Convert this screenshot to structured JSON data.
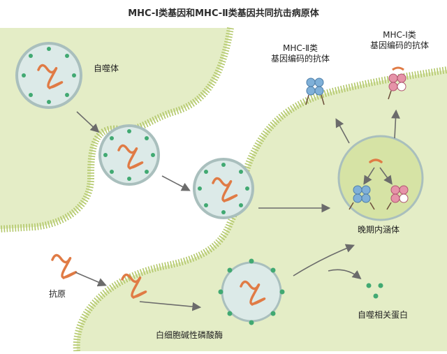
{
  "title": "MHC-Ⅰ类基因和MHC-Ⅱ类基因共同抗击病原体",
  "labels": {
    "autophagosome": "自噬体",
    "mhc2_line1": "MHC-Ⅱ类",
    "mhc2_line2": "基因编码的抗体",
    "mhc1_line1": "MHC-Ⅰ类",
    "mhc1_line2": "基因编码的抗体",
    "late_endosome": "晚期内涵体",
    "antigen": "抗原",
    "alkaline_phosphatase": "白细胞碱性磷酸酶",
    "autophagy_protein": "自噬相关蛋白"
  },
  "colors": {
    "cell": "#e4edc6",
    "membrane": "#b3c86a",
    "vesicle_fill": "#dceae8",
    "vesicle_ring": "#a9bfbd",
    "dot": "#41a972",
    "antigen": "#e07b45",
    "mhc2": "#7fb0d8",
    "mhc1": "#e693a8",
    "endosome": "#d6e3a5",
    "arrow": "#6b6b6b"
  }
}
